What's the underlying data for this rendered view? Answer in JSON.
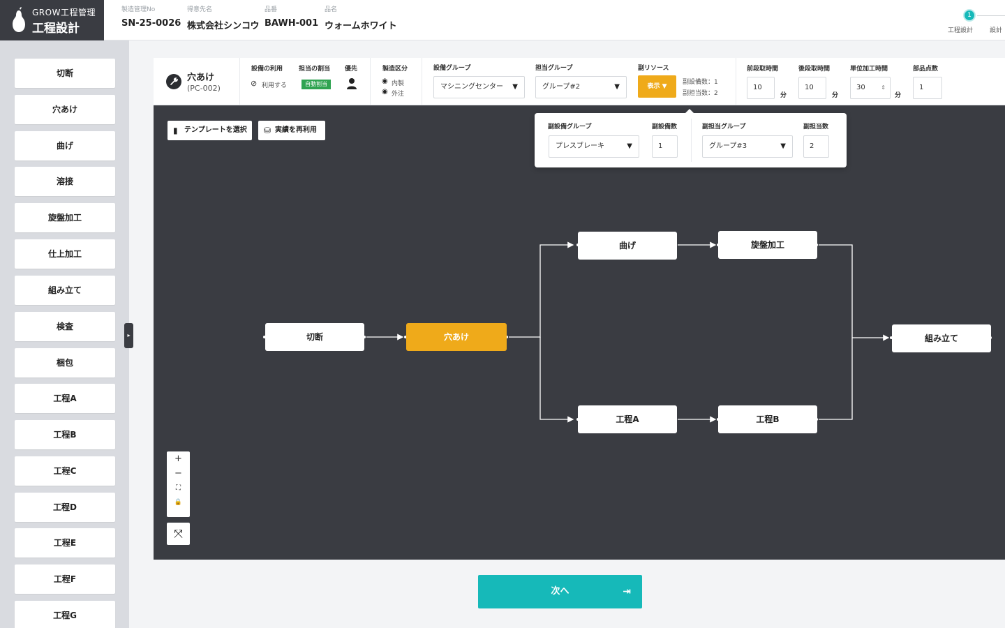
{
  "app": {
    "name": "GROW工程管理",
    "page_title": "工程設計"
  },
  "header": {
    "fields": [
      {
        "label": "製造管理No",
        "value": "SN-25-0026"
      },
      {
        "label": "得意先名",
        "value": "株式会社シンコウ"
      },
      {
        "label": "品番",
        "value": "BAWH-001"
      },
      {
        "label": "品名",
        "value": "ウォームホワイト"
      }
    ],
    "stepper": {
      "current_number": "1",
      "steps": [
        "工程設計",
        "設計"
      ]
    }
  },
  "sidebar": {
    "items": [
      "切断",
      "穴あけ",
      "曲げ",
      "溶接",
      "旋盤加工",
      "仕上加工",
      "組み立て",
      "検査",
      "梱包",
      "工程A",
      "工程B",
      "工程C",
      "工程D",
      "工程E",
      "工程F",
      "工程G"
    ],
    "collapse_icon": "▸"
  },
  "toolbar": {
    "process_name": "穴あけ",
    "process_code": "(PC-002)",
    "equipment_use_label": "設備の利用",
    "equipment_use_value": "利用する",
    "assignment_label": "担当の割当",
    "assignment_value": "自動割当",
    "priority_label": "優先",
    "manufacture_label": "製造区分",
    "manufacture_options": [
      "内製",
      "外注"
    ],
    "equipment_group_label": "設備グループ",
    "equipment_group_value": "マシニングセンター",
    "assignee_group_label": "担当グループ",
    "assignee_group_value": "グループ#2",
    "sub_resource_label": "副リソース",
    "show_button": "表示 ▼",
    "sub_equipment_count_text": "副設備数：1",
    "sub_assignee_count_text": "副担当数：2",
    "setup_before_label": "前段取時間",
    "setup_before_value": "10",
    "setup_after_label": "後段取時間",
    "setup_after_value": "10",
    "unit_time_label": "単位加工時間",
    "unit_time_value": "30",
    "minute_unit": "分",
    "parts_count_label": "部品点数",
    "parts_count_value": "1"
  },
  "popup": {
    "sub_equipment_group_label": "副設備グループ",
    "sub_equipment_group_value": "プレスブレーキ",
    "sub_equipment_count_label": "副設備数",
    "sub_equipment_count_value": "1",
    "sub_assignee_group_label": "副担当グループ",
    "sub_assignee_group_value": "グループ#3",
    "sub_assignee_count_label": "副担当数",
    "sub_assignee_count_value": "2"
  },
  "canvas": {
    "template_button": "テンプレートを選択",
    "reuse_button": "実績を再利用",
    "nodes": {
      "cut": "切断",
      "drill": "穴あけ",
      "bend": "曲げ",
      "lathe": "旋盤加工",
      "proc_a": "工程A",
      "proc_b": "工程B",
      "assemble": "組み立て"
    },
    "zoom_controls": [
      "+",
      "−",
      "⛶",
      "🔒"
    ],
    "fit_icon": "⤧"
  },
  "footer": {
    "next_label": "次へ",
    "next_icon": "⇥"
  },
  "colors": {
    "accent": "#16b9b9",
    "active_node": "#efaa1a",
    "canvas_bg": "#3a3c42",
    "badge_green": "#2fa351"
  }
}
